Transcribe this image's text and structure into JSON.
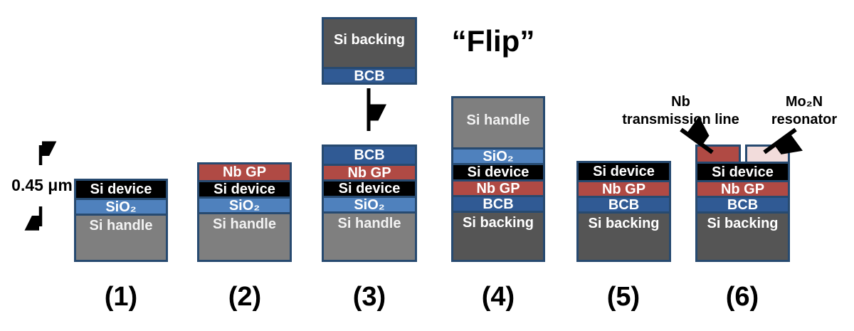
{
  "annotations": {
    "thickness_label": "0.45 μm",
    "flip_label": "“Flip”",
    "nb_callout_line1": "Nb",
    "nb_callout_line2": "transmission line",
    "mo2n_callout_line1": "Mo₂N",
    "mo2n_callout_line2": "resonator"
  },
  "steps": [
    {
      "label": "(1)",
      "layers": [
        {
          "name": "Si device"
        },
        {
          "name": "SiO₂"
        },
        {
          "name": "Si handle"
        }
      ]
    },
    {
      "label": "(2)",
      "layers": [
        {
          "name": "Nb GP"
        },
        {
          "name": "Si device"
        },
        {
          "name": "SiO₂"
        },
        {
          "name": "Si handle"
        }
      ]
    },
    {
      "label": "(3)",
      "floating_piece": [
        {
          "name": "Si backing"
        },
        {
          "name": "BCB"
        }
      ],
      "layers": [
        {
          "name": "BCB"
        },
        {
          "name": "Nb GP"
        },
        {
          "name": "Si device"
        },
        {
          "name": "SiO₂"
        },
        {
          "name": "Si handle"
        }
      ]
    },
    {
      "label": "(4)",
      "layers": [
        {
          "name": "Si handle"
        },
        {
          "name": "SiO₂"
        },
        {
          "name": "Si device"
        },
        {
          "name": "Nb GP"
        },
        {
          "name": "BCB"
        },
        {
          "name": "Si backing"
        }
      ]
    },
    {
      "label": "(5)",
      "layers": [
        {
          "name": "Si device"
        },
        {
          "name": "Nb GP"
        },
        {
          "name": "BCB"
        },
        {
          "name": "Si backing"
        }
      ]
    },
    {
      "label": "(6)",
      "top_blocks": [
        {
          "name": "Nb transmission line"
        },
        {
          "name": "Mo₂N resonator"
        }
      ],
      "layers": [
        {
          "name": "Si device"
        },
        {
          "name": "Nb GP"
        },
        {
          "name": "BCB"
        },
        {
          "name": "Si backing"
        }
      ]
    }
  ],
  "colors": {
    "border_navy": "#274a70",
    "si_device_black": "#000000",
    "sio2_blue": "#4f81bd",
    "si_handle_gray": "#7f7f7f",
    "nb_gp_red": "#b04a44",
    "bcb_blue": "#305a94",
    "si_backing_gray": "#555555",
    "mo2n_pink": "#f2dcdb"
  }
}
